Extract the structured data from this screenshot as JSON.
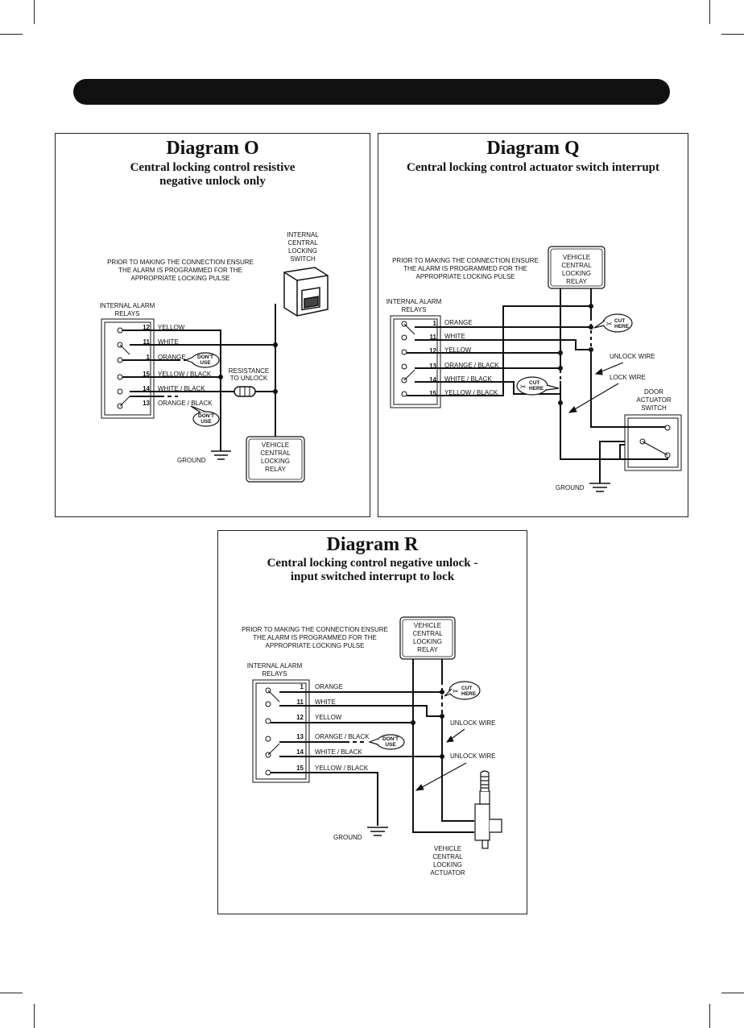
{
  "panels": {
    "o": {
      "title": "Diagram O",
      "subtitle_1": "Central locking control resistive",
      "subtitle_2": "negative unlock only",
      "notice": [
        "PRIOR TO MAKING THE CONNECTION ENSURE",
        "THE ALARM IS PROGRAMMED FOR THE",
        "APPROPRIATE LOCKING PULSE"
      ],
      "relays_label": [
        "INTERNAL ALARM",
        "RELAYS"
      ],
      "pins": [
        "12",
        "11",
        "1",
        "15",
        "14",
        "13"
      ],
      "wires": [
        "YELLOW",
        "WHITE",
        "ORANGE",
        "YELLOW / BLACK",
        "WHITE / BLACK",
        "ORANGE / BLACK"
      ],
      "switch_label": [
        "INTERNAL",
        "CENTRAL",
        "LOCKING",
        "SWITCH"
      ],
      "resistance_label": [
        "RESISTANCE",
        "TO UNLOCK"
      ],
      "relay_label": [
        "VEHICLE",
        "CENTRAL",
        "LOCKING",
        "RELAY"
      ],
      "ground_label": "GROUND",
      "dont_use": [
        "DON'T",
        "USE"
      ]
    },
    "q": {
      "title": "Diagram Q",
      "subtitle_1": "Central locking control actuator switch interrupt",
      "notice": [
        "PRIOR TO MAKING THE CONNECTION ENSURE",
        "THE ALARM IS PROGRAMMED FOR THE",
        "APPROPRIATE LOCKING PULSE"
      ],
      "relays_label": [
        "INTERNAL ALARM",
        "RELAYS"
      ],
      "pins": [
        "1",
        "11",
        "12",
        "13",
        "14",
        "15"
      ],
      "wires": [
        "ORANGE",
        "WHITE",
        "YELLOW",
        "ORANGE / BLACK",
        "WHITE / BLACK",
        "YELLOW / BLACK"
      ],
      "relay_label": [
        "VEHICLE",
        "CENTRAL",
        "LOCKING",
        "RELAY"
      ],
      "unlock_wire": "UNLOCK WIRE",
      "lock_wire": "LOCK WIRE",
      "door_switch": [
        "DOOR",
        "ACTUATOR",
        "SWITCH"
      ],
      "ground_label": "GROUND",
      "cut_here": [
        "CUT",
        "HERE"
      ]
    },
    "r": {
      "title": "Diagram R",
      "subtitle_1": "Central locking control negative unlock -",
      "subtitle_2": "input switched interrupt to lock",
      "notice": [
        "PRIOR TO MAKING THE CONNECTION ENSURE",
        "THE ALARM IS PROGRAMMED FOR THE",
        "APPROPRIATE LOCKING PULSE"
      ],
      "relays_label": [
        "INTERNAL ALARM",
        "RELAYS"
      ],
      "pins": [
        "1",
        "11",
        "12",
        "13",
        "14",
        "15"
      ],
      "wires": [
        "ORANGE",
        "WHITE",
        "YELLOW",
        "ORANGE / BLACK",
        "WHITE / BLACK",
        "YELLOW / BLACK"
      ],
      "relay_label": [
        "VEHICLE",
        "CENTRAL",
        "LOCKING",
        "RELAY"
      ],
      "unlock_wire_1": "UNLOCK WIRE",
      "unlock_wire_2": "UNLOCK WIRE",
      "actuator_label": [
        "VEHICLE",
        "CENTRAL",
        "LOCKING",
        "ACTUATOR"
      ],
      "ground_label": "GROUND",
      "cut_here": [
        "CUT",
        "HERE"
      ],
      "dont_use": [
        "DON'T",
        "USE"
      ]
    }
  }
}
